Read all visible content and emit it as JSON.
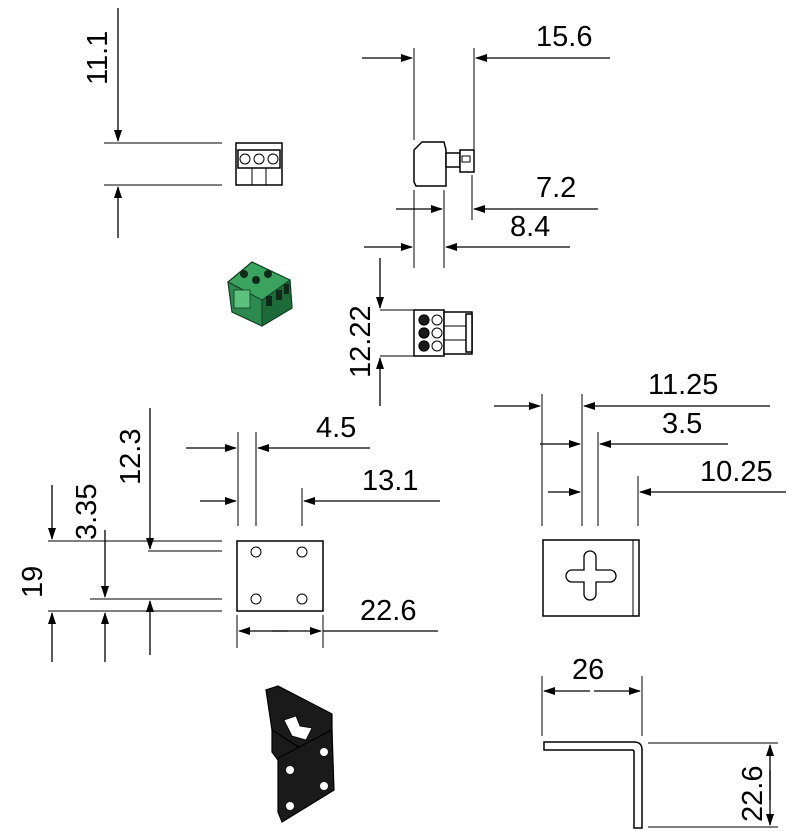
{
  "dimensions": {
    "d_11_1": "11.1",
    "d_15_6": "15.6",
    "d_7_2": "7.2",
    "d_8_4": "8.4",
    "d_12_22": "12.22",
    "d_4_5": "4.5",
    "d_13_1": "13.1",
    "d_12_3": "12.3",
    "d_3_35": "3.35",
    "d_19": "19",
    "d_22_6_bracket": "22.6",
    "d_11_25": "11.25",
    "d_3_5": "3.5",
    "d_10_25": "10.25",
    "d_26": "26",
    "d_22_6_side": "22.6"
  },
  "colors": {
    "line": "#000000",
    "connector_green": "#3aa360",
    "connector_dark_green": "#1e6b3a",
    "bracket_black": "#1a1a1a"
  },
  "icons": {
    "terminal_block_3d": "green-terminal-block",
    "bracket_3d": "black-l-bracket"
  }
}
